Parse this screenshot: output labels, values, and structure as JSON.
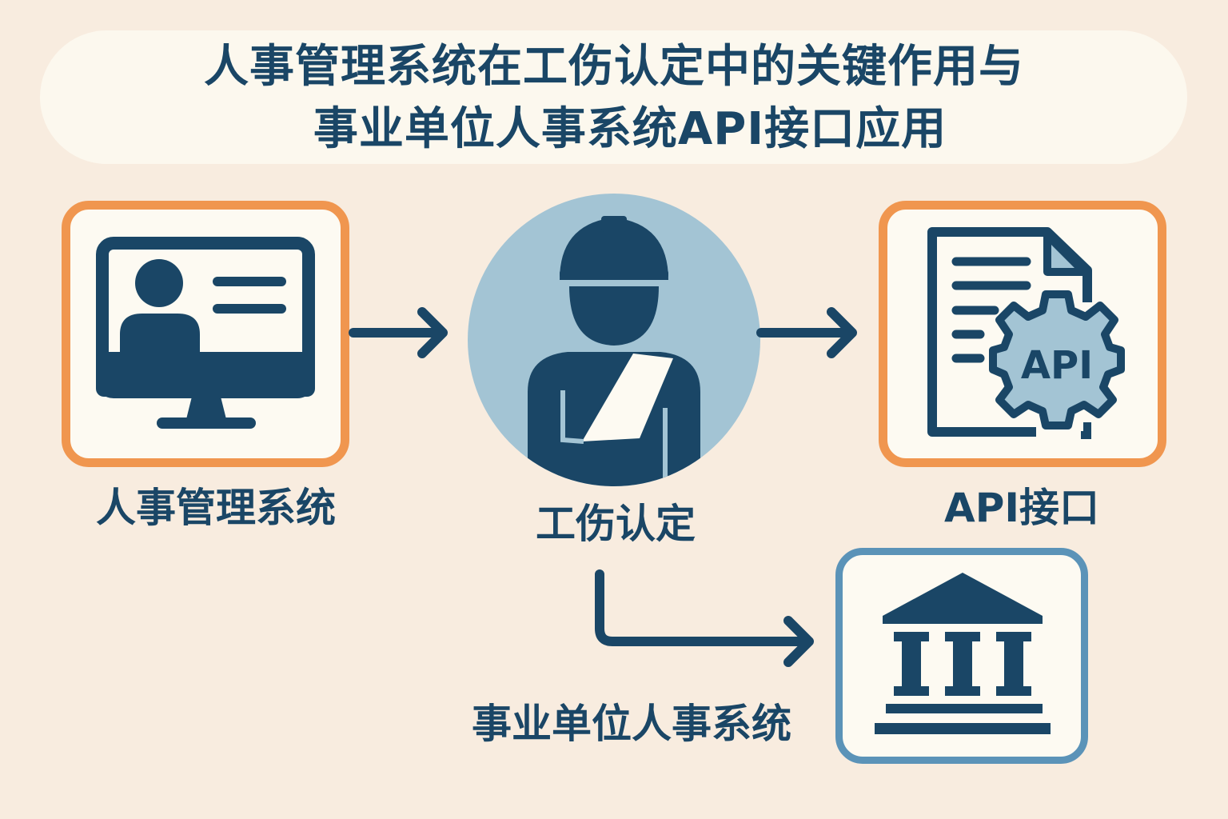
{
  "title": {
    "line1": "人事管理系统在工伤认定中的关键作用与",
    "line2": "事业单位人事系统API接口应用"
  },
  "nodes": {
    "hr_system": {
      "label": "人事管理系统",
      "icon": "monitor-profile-icon"
    },
    "injury": {
      "label": "工伤认定",
      "icon": "injured-worker-icon"
    },
    "api": {
      "label": "API接口",
      "icon": "api-document-gear-icon",
      "badge": "API"
    },
    "institution": {
      "label": "事业单位人事系统",
      "icon": "government-building-icon"
    }
  },
  "colors": {
    "navy": "#1a4666",
    "orange": "#f0964f",
    "light_blue": "#9fc3d5",
    "border_blue": "#5b93b8",
    "background": "#f8ecdf"
  }
}
